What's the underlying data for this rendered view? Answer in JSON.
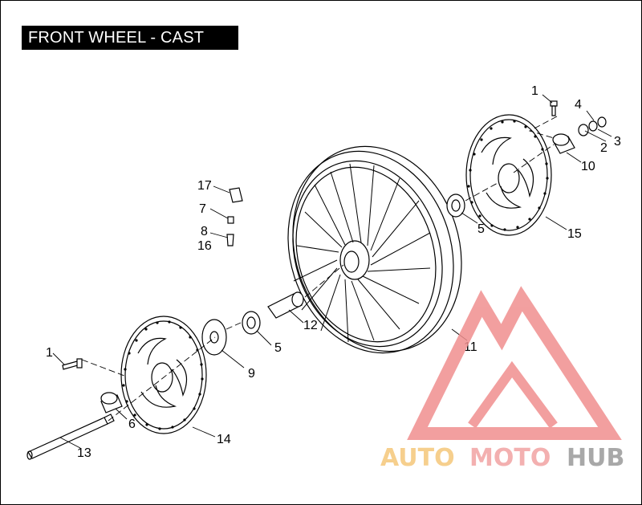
{
  "diagram": {
    "title": "FRONT WHEEL - CAST",
    "parts": [
      {
        "id": "c1a",
        "label": "1"
      },
      {
        "id": "c4",
        "label": "4"
      },
      {
        "id": "c2",
        "label": "2"
      },
      {
        "id": "c3",
        "label": "3"
      },
      {
        "id": "c10",
        "label": "10"
      },
      {
        "id": "c5a",
        "label": "5"
      },
      {
        "id": "c15",
        "label": "15"
      },
      {
        "id": "c17",
        "label": "17"
      },
      {
        "id": "c7",
        "label": "7"
      },
      {
        "id": "c8",
        "label": "8"
      },
      {
        "id": "c16",
        "label": "16"
      },
      {
        "id": "c12",
        "label": "12"
      },
      {
        "id": "c5b",
        "label": "5"
      },
      {
        "id": "c9",
        "label": "9"
      },
      {
        "id": "c11",
        "label": "11"
      },
      {
        "id": "c1b",
        "label": "1"
      },
      {
        "id": "c6",
        "label": "6"
      },
      {
        "id": "c14",
        "label": "14"
      },
      {
        "id": "c13",
        "label": "13"
      }
    ]
  },
  "watermark": {
    "part1": "AUTO",
    "part2": "MOTO",
    "part3": "HUB",
    "colors": {
      "auto": "#f5c77a",
      "moto": "#f2a3a3",
      "hub": "#9a9a9a",
      "triangle": "#f08f8f"
    }
  }
}
